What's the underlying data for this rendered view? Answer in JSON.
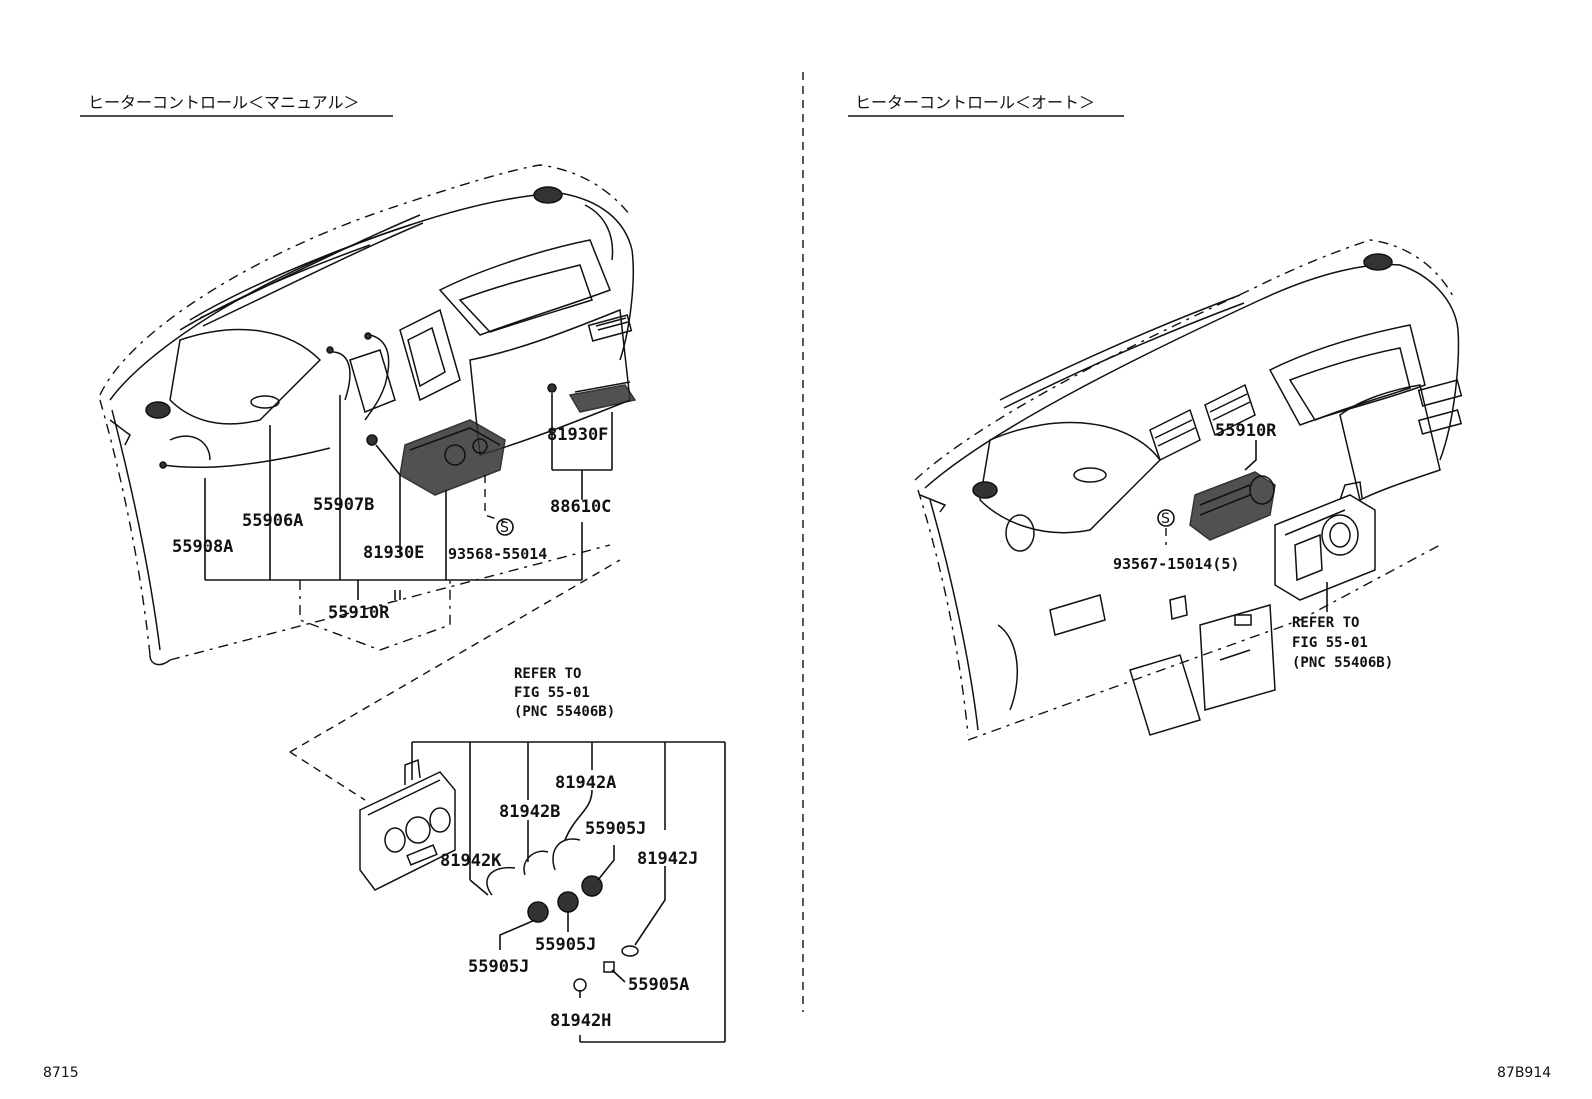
{
  "titles": {
    "left": "ヒーターコントロール＜マニュアル＞",
    "right": "ヒーターコントロール＜オート＞"
  },
  "left_labels": {
    "p81930F": "81930F",
    "p88610C": "88610C",
    "p55907B": "55907B",
    "p55906A": "55906A",
    "p55908A": "55908A",
    "p81930E": "81930E",
    "p93568": "93568-55014",
    "p55910R": "55910R",
    "s_mark": "S"
  },
  "left_refer": {
    "line1": "REFER TO",
    "line2": "FIG 55-01",
    "line3": "(PNC 55406B)"
  },
  "knob_labels": {
    "p81942A": "81942A",
    "p81942B": "81942B",
    "p55905J_a": "55905J",
    "p81942J": "81942J",
    "p81942K": "81942K",
    "p55905J_b": "55905J",
    "p55905J_c": "55905J",
    "p55905A": "55905A",
    "p81942H": "81942H"
  },
  "right_labels": {
    "p55910R": "55910R",
    "p93567": "93567-15014(5)",
    "s_mark": "S"
  },
  "right_refer": {
    "line1": "REFER TO",
    "line2": "FIG 55-01",
    "line3": "(PNC 55406B)"
  },
  "footer": {
    "left": "8715",
    "right": "87B914"
  }
}
